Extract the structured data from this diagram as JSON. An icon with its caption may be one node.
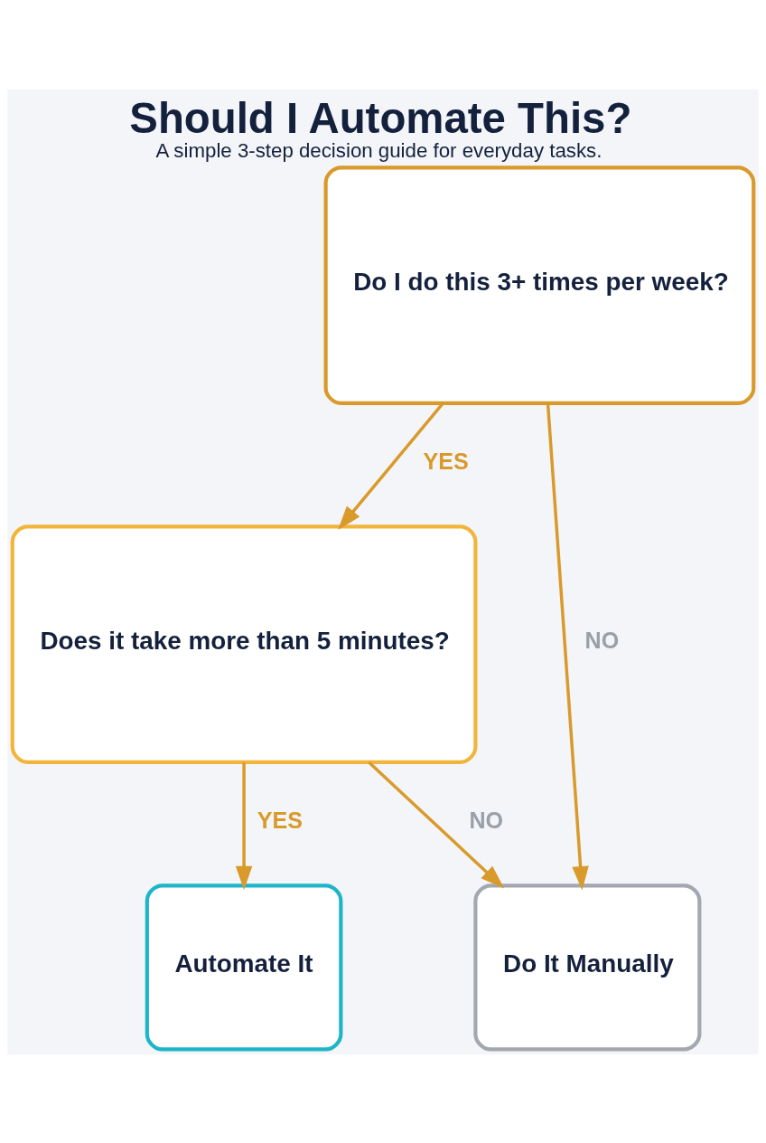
{
  "diagram": {
    "title": "Should I Automate This?",
    "caption": "A simple 3-step decision guide for everyday tasks.",
    "nodes": [
      {
        "text": [
          "Do I do this 3+ times per week?"
        ]
      },
      {
        "text": [
          "Does it take more than 5 minutes?"
        ]
      },
      {
        "text": [
          "Automate It"
        ]
      },
      {
        "text": [
          "Do It Manually"
        ]
      }
    ],
    "edges": [
      {
        "from": 0,
        "to": 1,
        "arrow": "to",
        "label": "YES"
      },
      {
        "from": 0,
        "to": 3,
        "arrow": "to",
        "label": "NO"
      },
      {
        "from": 1,
        "to": 2,
        "arrow": "to",
        "label": "YES"
      },
      {
        "from": 1,
        "to": 3,
        "arrow": "to",
        "label": "NO"
      }
    ]
  }
}
